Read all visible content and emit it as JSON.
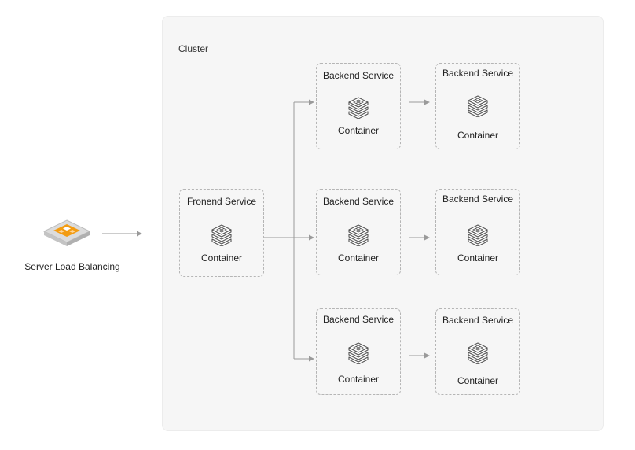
{
  "cluster": {
    "label": "Cluster"
  },
  "load_balancer": {
    "label": "Server Load Balancing",
    "icon": "server-load-balancer-icon"
  },
  "frontend": {
    "title": "Fronend Service",
    "container_label": "Container"
  },
  "backend_rows": [
    {
      "first": {
        "title": "Backend Service",
        "container_label": "Container"
      },
      "second": {
        "title": "Backend Service",
        "container_label": "Container"
      }
    },
    {
      "first": {
        "title": "Backend Service",
        "container_label": "Container"
      },
      "second": {
        "title": "Backend Service",
        "container_label": "Container"
      }
    },
    {
      "first": {
        "title": "Backend Service",
        "container_label": "Container"
      },
      "second": {
        "title": "Backend Service",
        "container_label": "Container"
      }
    }
  ],
  "colors": {
    "cluster_bg": "#f6f6f6",
    "dashed_border": "#b5b5b5",
    "arrow": "#9a9a9a",
    "lb_accent": "#f39c12"
  }
}
